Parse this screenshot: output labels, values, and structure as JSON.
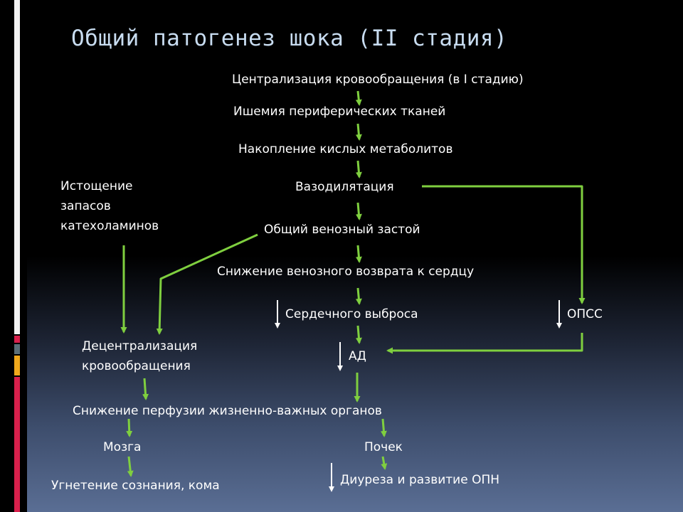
{
  "title": "Общий патогенез шока (II стадия)",
  "colors": {
    "arrow": "#7fcf3f",
    "down_marker": "#ffffff",
    "title": "#c8dcf0",
    "text": "#ffffff"
  },
  "nodes": {
    "centralization": "Централизация кровообращения (в I стадию)",
    "ischemia": "Ишемия периферических тканей",
    "metabolites": "Накопление кислых метаболитов",
    "vasodilation": "Вазодилятация",
    "catecholamines": [
      "Истощение",
      "запасов",
      "катехоламинов"
    ],
    "venous_stasis": "Общий венозный застой",
    "venous_return": "Снижение венозного возврата к сердцу",
    "cardiac_output": "Сердечного выброса",
    "opss": "ОПСС",
    "blood_pressure": "АД",
    "decentralization": [
      "Децентрализация",
      "кровообращения"
    ],
    "perfusion": "Снижение перфузии жизненно-важных органов",
    "brain": "Мозга",
    "kidneys": "Почек",
    "coma": "Угнетение сознания, кома",
    "diuresis": "Диуреза и развитие ОПН"
  },
  "decrease_markers": [
    "cardiac_output",
    "opss",
    "blood_pressure",
    "diuresis"
  ],
  "edges": [
    [
      "centralization",
      "ischemia"
    ],
    [
      "ischemia",
      "metabolites"
    ],
    [
      "metabolites",
      "vasodilation"
    ],
    [
      "vasodilation",
      "venous_stasis"
    ],
    [
      "vasodilation",
      "opss"
    ],
    [
      "venous_stasis",
      "venous_return"
    ],
    [
      "venous_stasis",
      "decentralization"
    ],
    [
      "venous_return",
      "cardiac_output"
    ],
    [
      "cardiac_output",
      "blood_pressure"
    ],
    [
      "opss",
      "blood_pressure"
    ],
    [
      "catecholamines",
      "decentralization"
    ],
    [
      "decentralization",
      "perfusion"
    ],
    [
      "blood_pressure",
      "perfusion"
    ],
    [
      "perfusion",
      "brain"
    ],
    [
      "perfusion",
      "kidneys"
    ],
    [
      "brain",
      "coma"
    ],
    [
      "kidneys",
      "diuresis"
    ]
  ]
}
